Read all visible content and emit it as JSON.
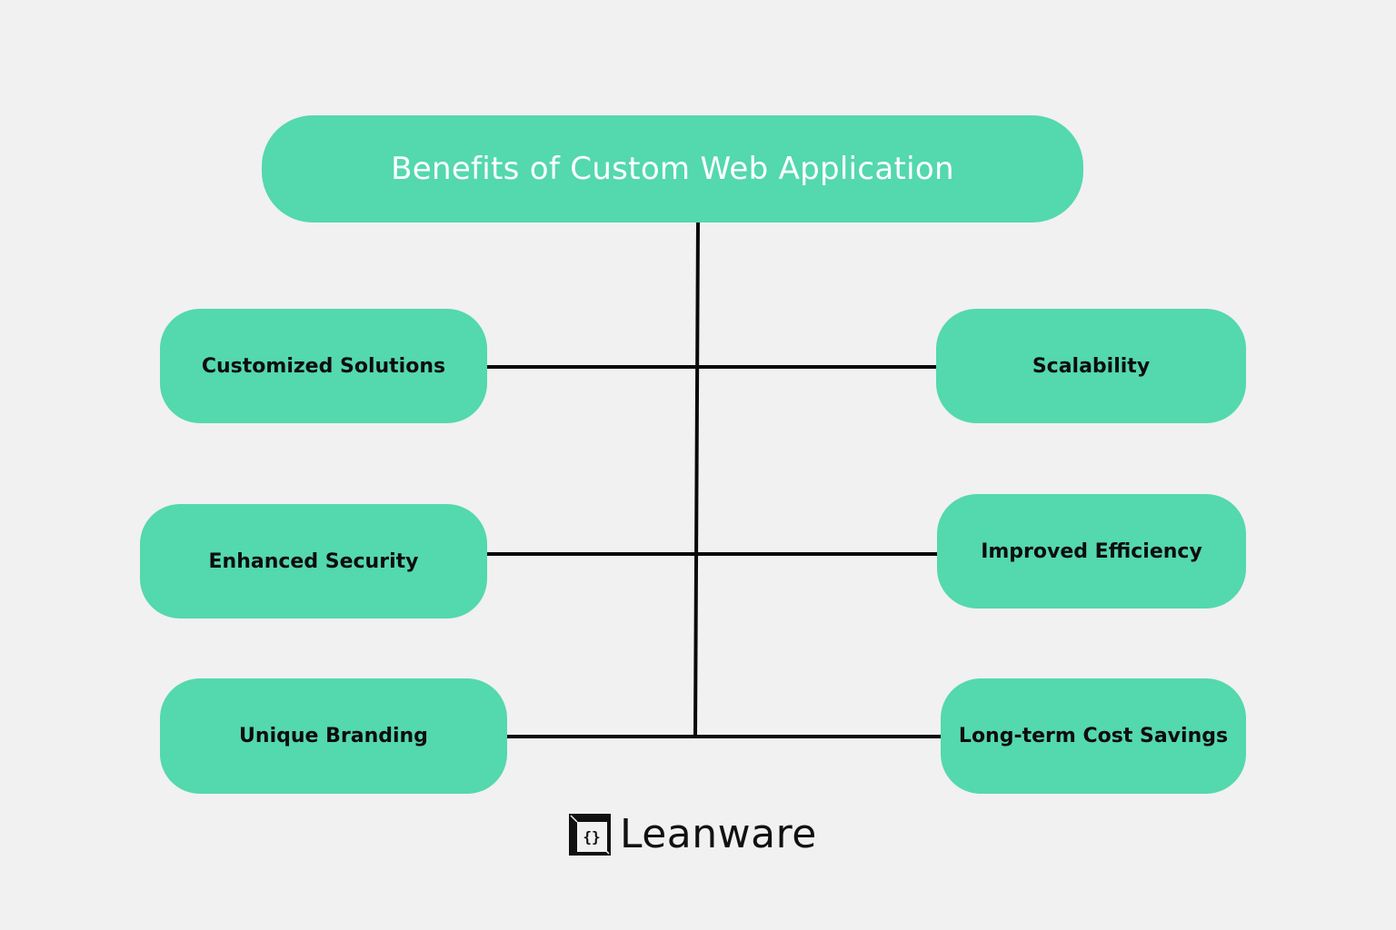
{
  "diagram": {
    "title": "Benefits of Custom Web Application",
    "colors": {
      "box_fill": "#54d8ae",
      "title_text": "#ffffff",
      "node_text": "#0d0d0d",
      "connector": "#0a0a0a",
      "background": "#f0f1f0"
    },
    "nodes": [
      {
        "id": "customized-solutions",
        "label": "Customized Solutions",
        "side": "left"
      },
      {
        "id": "scalability",
        "label": "Scalability",
        "side": "right"
      },
      {
        "id": "enhanced-security",
        "label": "Enhanced Security",
        "side": "left"
      },
      {
        "id": "improved-efficiency",
        "label": "Improved Efficiency",
        "side": "right"
      },
      {
        "id": "unique-branding",
        "label": "Unique Branding",
        "side": "left"
      },
      {
        "id": "long-term-cost-savings",
        "label": "Long-term Cost Savings",
        "side": "right"
      }
    ],
    "edges": [
      {
        "from": "title",
        "to": "trunk"
      },
      {
        "from": "trunk",
        "to": "customized-solutions"
      },
      {
        "from": "trunk",
        "to": "scalability"
      },
      {
        "from": "trunk",
        "to": "enhanced-security"
      },
      {
        "from": "trunk",
        "to": "improved-efficiency"
      },
      {
        "from": "trunk",
        "to": "unique-branding"
      },
      {
        "from": "trunk",
        "to": "long-term-cost-savings"
      }
    ]
  },
  "logo": {
    "icon": "brackets-frame-icon",
    "text": "Leanware"
  }
}
